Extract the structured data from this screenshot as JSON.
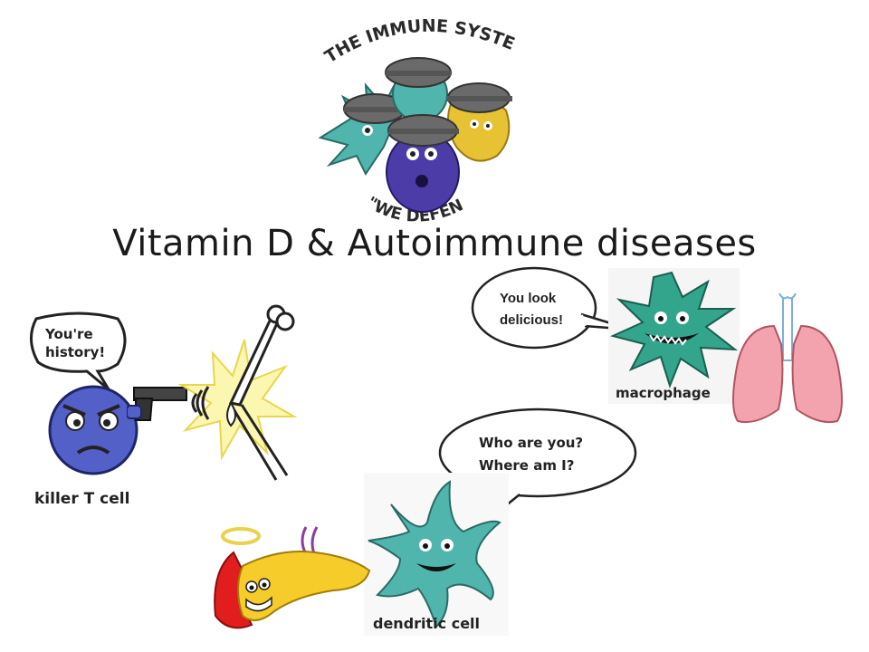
{
  "slide": {
    "title": "Vitamin D & Autoimmune diseases"
  },
  "logo": {
    "arc_text_top": "THE IMMUNE SYSTEM",
    "arc_text_bottom": "\"WE DEFEND\""
  },
  "killer_t": {
    "speech": "You're history!",
    "speech_line1": "You're",
    "speech_line2": "history!",
    "caption": "killer T cell"
  },
  "macrophage": {
    "speech_line1": "You look",
    "speech_line2": "delicious!",
    "caption": "macrophage"
  },
  "dendritic": {
    "speech_line1": "Who are you?",
    "speech_line2": "Where am I?",
    "caption": "dendritic cell"
  },
  "colors": {
    "cell_teal": "#4fb5ad",
    "cell_purple": "#4b3ca8",
    "cell_yellow": "#e7c232",
    "killer_blue": "#5360c8",
    "macrophage_green": "#32a58c",
    "lung_pink": "#f3a3ae",
    "pancreas_yellow": "#f6cc2a",
    "pancreas_red": "#e21d1d"
  },
  "icons": [
    "immune-system-logo",
    "killer-t-cell-icon",
    "gun-icon",
    "bone-icon",
    "macrophage-icon",
    "lungs-icon",
    "dendritic-cell-icon",
    "pancreas-icon"
  ]
}
